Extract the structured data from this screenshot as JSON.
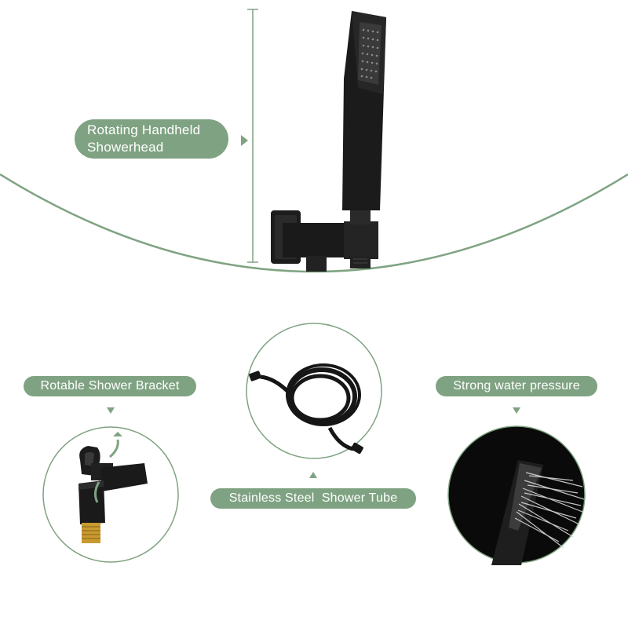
{
  "colors": {
    "accent_green": "#7fa382",
    "product_black": "#1a1a1a",
    "brass": "#c99a2e",
    "background": "#ffffff"
  },
  "callouts": {
    "handheld_line1": "Rotating Handheld",
    "handheld_line2": "Showerhead",
    "bracket": "Rotable Shower Bracket",
    "pressure": "Strong water pressure",
    "tube": "Stainless Steel  Shower Tube"
  },
  "icons": {
    "handheld_arrow": "triangle-right-icon",
    "bracket_arrow": "triangle-down-icon",
    "pressure_arrow": "triangle-down-icon",
    "tube_arrow": "triangle-up-icon",
    "rotate_arrow": "curved-arrow-icon"
  }
}
